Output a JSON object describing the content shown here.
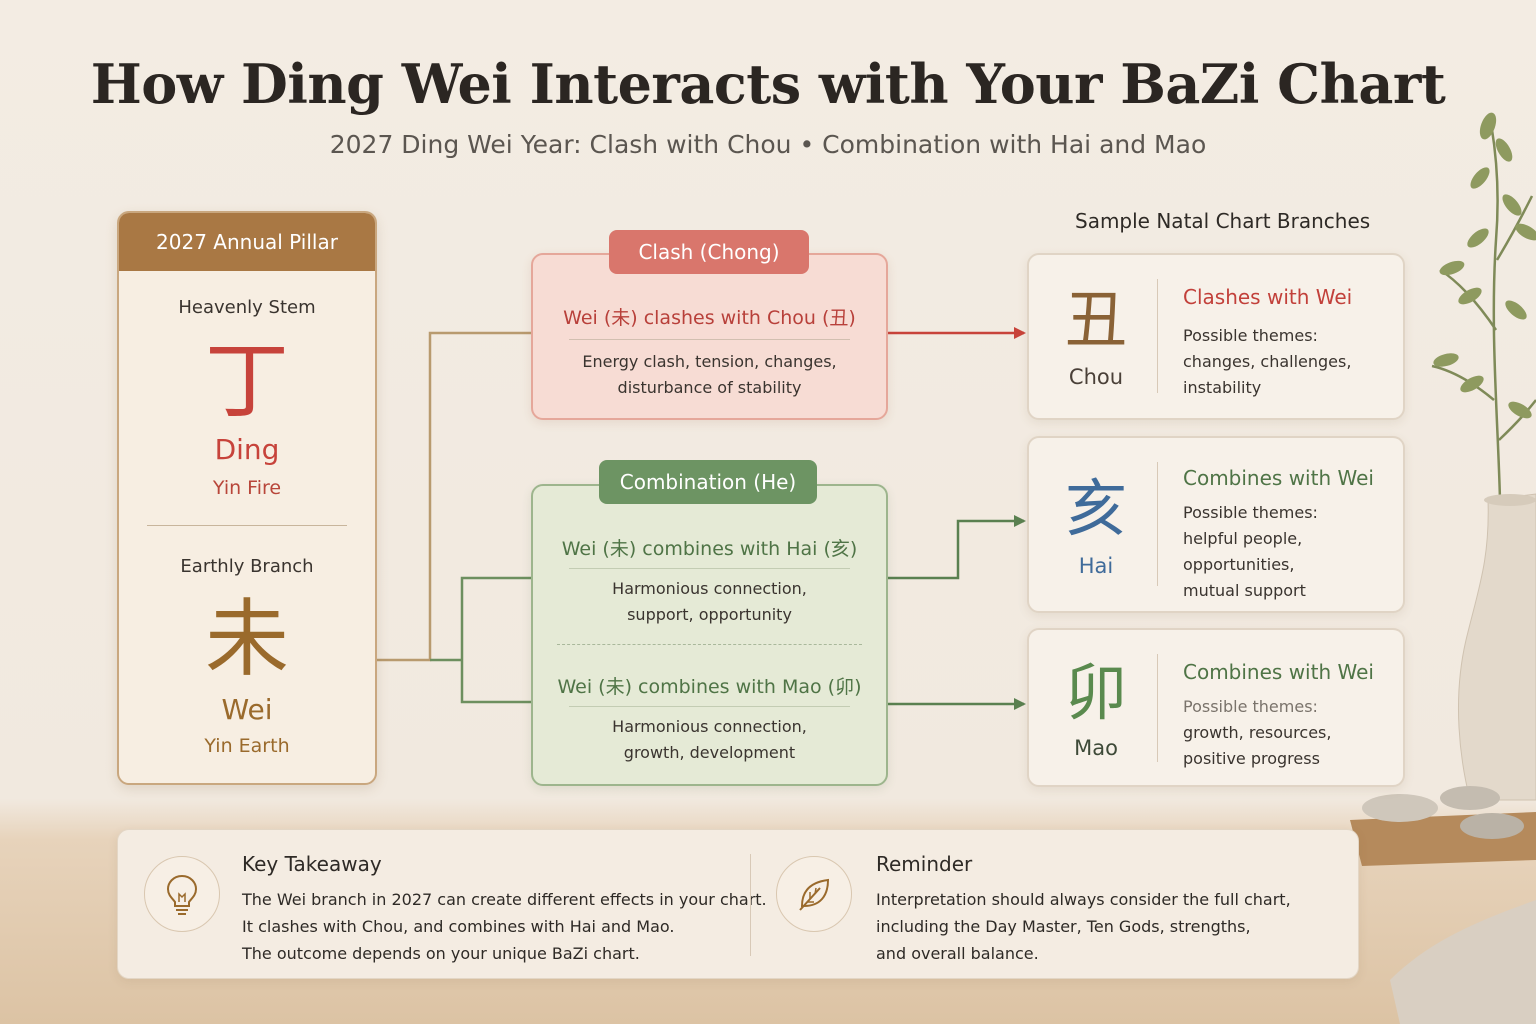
{
  "title": "How Ding Wei Interacts with Your BaZi Chart",
  "subtitle": "2027 Ding Wei Year: Clash with Chou • Combination with Hai and Mao",
  "pillar": {
    "header": "2027 Annual Pillar",
    "stem_label": "Heavenly Stem",
    "stem_glyph": "丁",
    "stem_name": "Ding",
    "stem_element": "Yin Fire",
    "branch_label": "Earthly Branch",
    "branch_glyph": "未",
    "branch_name": "Wei",
    "branch_element": "Yin Earth"
  },
  "clash": {
    "tag": "Clash (Chong)",
    "line": "Wei (未) clashes with Chou (丑)",
    "desc1": "Energy clash, tension, changes,",
    "desc2": "disturbance of stability"
  },
  "combination": {
    "tag": "Combination (He)",
    "hai_line": "Wei (未) combines with Hai (亥)",
    "hai_desc1": "Harmonious connection,",
    "hai_desc2": "support, opportunity",
    "mao_line": "Wei (未) combines with Mao (卯)",
    "mao_desc1": "Harmonious connection,",
    "mao_desc2": "growth, development"
  },
  "natal": {
    "heading": "Sample Natal Chart Branches",
    "cards": [
      {
        "glyph": "丑",
        "name": "Chou",
        "title": "Clashes with Wei",
        "lines": [
          "Possible themes:",
          "changes, challenges,",
          "instability"
        ]
      },
      {
        "glyph": "亥",
        "name": "Hai",
        "title": "Combines with Wei",
        "lines": [
          "Possible themes:",
          "helpful people,",
          "opportunities,",
          "mutual support"
        ]
      },
      {
        "glyph": "卯",
        "name": "Mao",
        "title": "Combines with Wei",
        "lines": [
          "Possible themes:",
          "growth, resources,",
          "positive progress"
        ]
      }
    ]
  },
  "takeaway": {
    "title": "Key Takeaway",
    "lines": [
      "The Wei branch in 2027 can create different effects in your chart.",
      "It clashes with Chou, and combines with Hai and Mao.",
      "The outcome depends on your unique BaZi chart."
    ]
  },
  "reminder": {
    "title": "Reminder",
    "lines": [
      "Interpretation should always consider the full chart,",
      "including the Day Master, Ten Gods, strengths,",
      "and overall balance."
    ]
  },
  "colors": {
    "fire_red": "#c7433b",
    "earth_brown": "#9a6a2c",
    "water_blue": "#3f6b9a",
    "wood_green": "#5a8a4e",
    "clash_red": "#c8433a",
    "combo_green": "#5a8050"
  },
  "icons": {
    "takeaway": "lightbulb-icon",
    "reminder": "leaf-icon",
    "decor": "vase-plant-icon"
  }
}
